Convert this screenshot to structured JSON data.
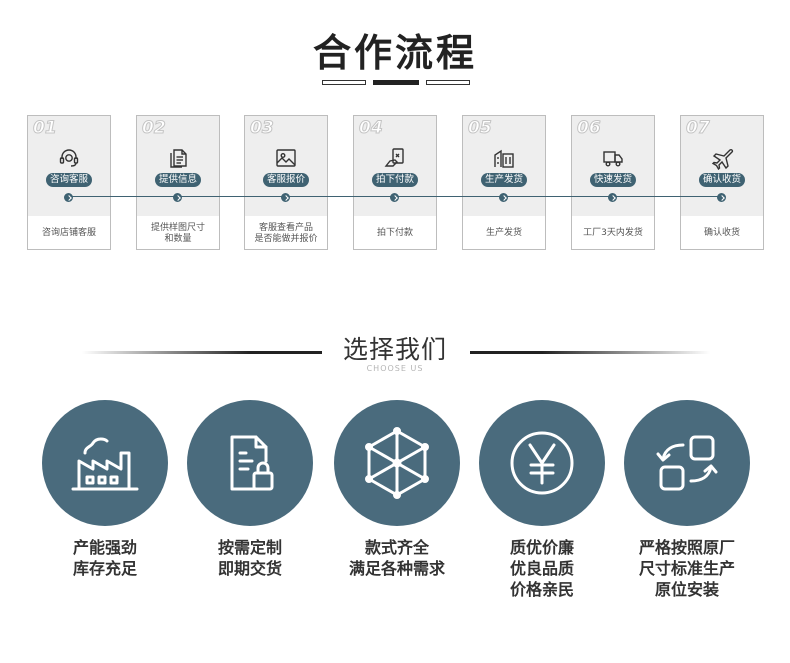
{
  "process": {
    "title": "合作流程",
    "steps": [
      {
        "num": "01",
        "label": "咨询客服",
        "desc": "咨询店铺客服",
        "icon": "headset-icon"
      },
      {
        "num": "02",
        "label": "提供信息",
        "desc": "提供样图尺寸\n和数量",
        "icon": "documents-icon"
      },
      {
        "num": "03",
        "label": "客服报价",
        "desc": "客服查看产品\n是否能做并报价",
        "icon": "image-icon"
      },
      {
        "num": "04",
        "label": "拍下付款",
        "desc": "拍下付款",
        "icon": "hand-pay-icon"
      },
      {
        "num": "05",
        "label": "生产发货",
        "desc": "生产发货",
        "icon": "factory-building-icon"
      },
      {
        "num": "06",
        "label": "快速发货",
        "desc": "工厂3天内发货",
        "icon": "truck-icon"
      },
      {
        "num": "07",
        "label": "确认收货",
        "desc": "确认收货",
        "icon": "airplane-icon"
      }
    ]
  },
  "why": {
    "title": "选择我们",
    "subtitle": "CHOOSE US",
    "features": [
      {
        "text": "产能强劲\n库存充足",
        "icon": "factory-icon"
      },
      {
        "text": "按需定制\n即期交货",
        "icon": "document-lock-icon"
      },
      {
        "text": "款式齐全\n满足各种需求",
        "icon": "cube-network-icon"
      },
      {
        "text": "质优价廉\n优良品质\n价格亲民",
        "icon": "yen-coin-icon"
      },
      {
        "text": "严格按照原厂\n尺寸标准生产\n原位安装",
        "icon": "exchange-shapes-icon"
      }
    ]
  },
  "colors": {
    "accent": "#3f6272",
    "circle": "#4a6b7d"
  }
}
